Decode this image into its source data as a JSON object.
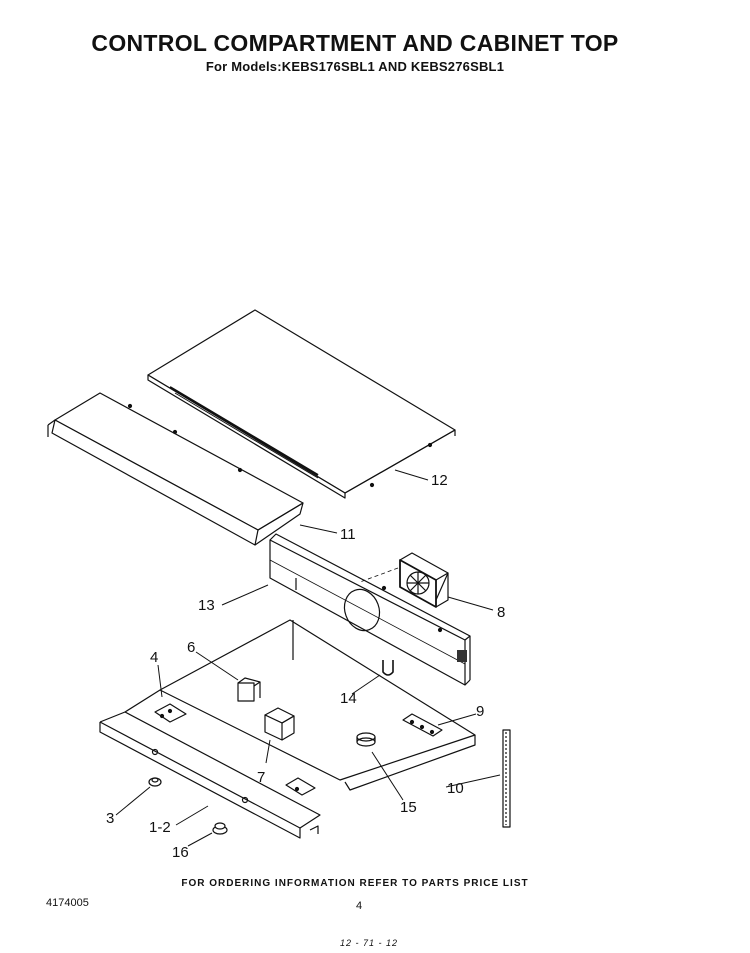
{
  "header": {
    "title": "CONTROL COMPARTMENT AND CABINET TOP",
    "subtitle": "For Models:KEBS176SBL1  AND  KEBS276SBL1"
  },
  "callouts": [
    {
      "id": "12",
      "label": "12"
    },
    {
      "id": "11",
      "label": "11"
    },
    {
      "id": "13",
      "label": "13"
    },
    {
      "id": "8",
      "label": "8"
    },
    {
      "id": "4",
      "label": "4"
    },
    {
      "id": "6",
      "label": "6"
    },
    {
      "id": "14",
      "label": "14"
    },
    {
      "id": "9",
      "label": "9"
    },
    {
      "id": "7",
      "label": "7"
    },
    {
      "id": "10",
      "label": "10"
    },
    {
      "id": "15",
      "label": "15"
    },
    {
      "id": "3",
      "label": "3"
    },
    {
      "id": "1-2",
      "label": "1-2"
    },
    {
      "id": "16",
      "label": "16"
    }
  ],
  "footer": {
    "ordering_note": "FOR ORDERING INFORMATION REFER TO PARTS PRICE LIST",
    "doc_number": "4174005",
    "page_number": "4",
    "handwritten": "12 - 71 - 12"
  }
}
